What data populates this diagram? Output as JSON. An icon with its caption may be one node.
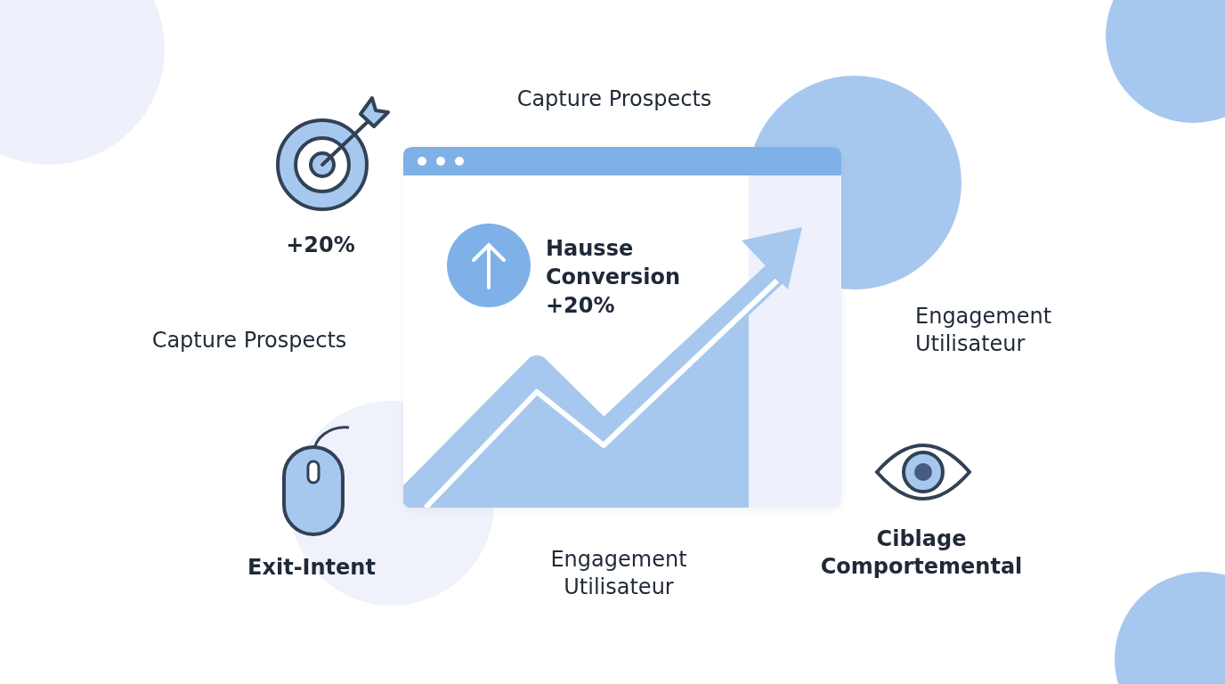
{
  "diagram": {
    "nodes": [
      {
        "text": [
          "Hausse Conversion +20%"
        ]
      }
    ],
    "edges": [],
    "labels": [
      "Capture Prospects",
      "+20%",
      "Capture Prospects",
      "Engagement Utilisateur",
      "Exit-Intent",
      "Engagement Utilisateur",
      "Ciblage Comportemental"
    ]
  }
}
